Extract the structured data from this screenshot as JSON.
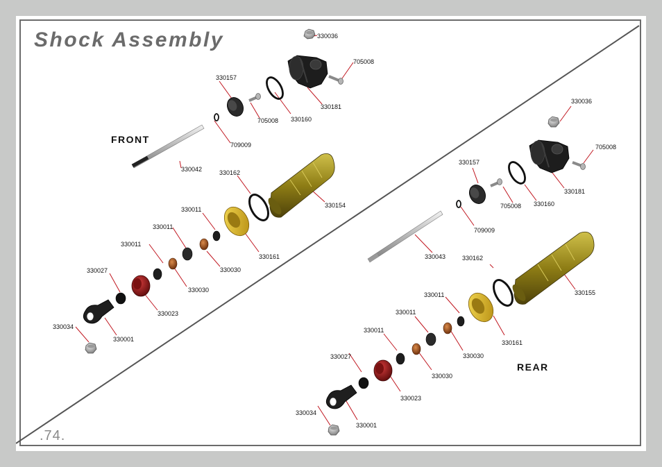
{
  "page": {
    "title": "Shock Assembly",
    "page_number": ".74.",
    "front_label": "FRONT",
    "rear_label": "REAR"
  },
  "colors": {
    "background": "#c8c9c8",
    "border": "#6b6b6b",
    "title": "#6b6b6b",
    "leader": "#c0161f",
    "body_gold": "#9c8c1a",
    "collar_gold": "#d4b020",
    "cap_red": "#9a1c1c",
    "bushing_bronze": "#a0521e",
    "cap_black": "#222222"
  },
  "front_parts": [
    "330036",
    "705008",
    "330157",
    "330181",
    "705008",
    "330160",
    "709009",
    "330042",
    "330162",
    "330154",
    "330011",
    "330011",
    "330161",
    "330011",
    "330030",
    "330027",
    "330030",
    "330023",
    "330034",
    "330001"
  ],
  "rear_parts": [
    "330036",
    "705008",
    "330157",
    "330181",
    "705008",
    "330160",
    "709009",
    "330043",
    "330162",
    "330155",
    "330011",
    "330011",
    "330161",
    "330030",
    "330011",
    "330027",
    "330030",
    "330023",
    "330034",
    "330001"
  ]
}
